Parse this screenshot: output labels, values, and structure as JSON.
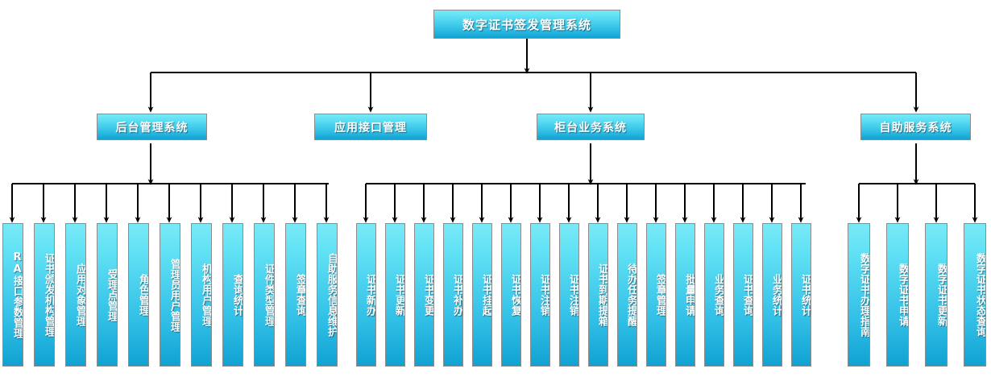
{
  "diagram": {
    "title": "数字证书签发管理系统",
    "type": "organization-tree",
    "orientation": "top-down",
    "colors": {
      "node_gradient_top": "#79e9f7",
      "node_gradient_bottom": "#11a2d2",
      "node_border": "#8c8c8c",
      "node_text": "#ffffff",
      "connector": "#000000",
      "background": "#ffffff"
    }
  },
  "root": {
    "label": "数字证书签发管理系统"
  },
  "branches": [
    {
      "id": "backend",
      "label": "后台管理系统",
      "leaves": [
        {
          "label": "RA接口参数管理"
        },
        {
          "label": "证书颁发机构管理"
        },
        {
          "label": "应用对象管理"
        },
        {
          "label": "受理点管理"
        },
        {
          "label": "角色管理"
        },
        {
          "label": "管理员用户管理"
        },
        {
          "label": "机构用户管理"
        },
        {
          "label": "查询统计"
        },
        {
          "label": "证件类型管理"
        },
        {
          "label": "签章查询"
        },
        {
          "label": "自助服务信息维护"
        }
      ]
    },
    {
      "id": "api",
      "label": "应用接口管理",
      "leaves": []
    },
    {
      "id": "counter",
      "label": "柜台业务系统",
      "leaves": [
        {
          "label": "证书新办"
        },
        {
          "label": "证书更新"
        },
        {
          "label": "证书变更"
        },
        {
          "label": "证书补办"
        },
        {
          "label": "证书挂起"
        },
        {
          "label": "证书恢复"
        },
        {
          "label": "证书注销"
        },
        {
          "label": "证书注销"
        },
        {
          "label": "证书到期提箱"
        },
        {
          "label": "待办任务提醒"
        },
        {
          "label": "签章管理"
        },
        {
          "label": "批量申请"
        },
        {
          "label": "业务查询"
        },
        {
          "label": "证书查询"
        },
        {
          "label": "业务统计"
        },
        {
          "label": "证书统计"
        }
      ]
    },
    {
      "id": "selfservice",
      "label": "自助服务系统",
      "leaves": [
        {
          "label": "数字证书办理指南"
        },
        {
          "label": "数字证书申请"
        },
        {
          "label": "数字证书更新"
        },
        {
          "label": "数字证书状态查询"
        }
      ]
    }
  ]
}
